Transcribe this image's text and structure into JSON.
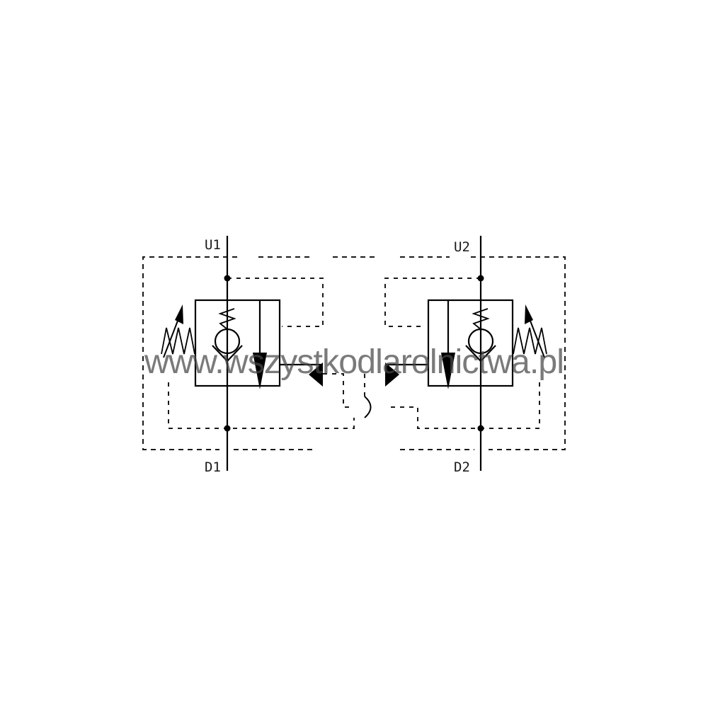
{
  "ports": {
    "u1": "U1",
    "u2": "U2",
    "d1": "D1",
    "d2": "D2"
  },
  "watermark": "www.wszystkodlarolnictwa.pl",
  "colors": {
    "line": "#000000",
    "background": "#ffffff",
    "watermark": "#464646"
  }
}
